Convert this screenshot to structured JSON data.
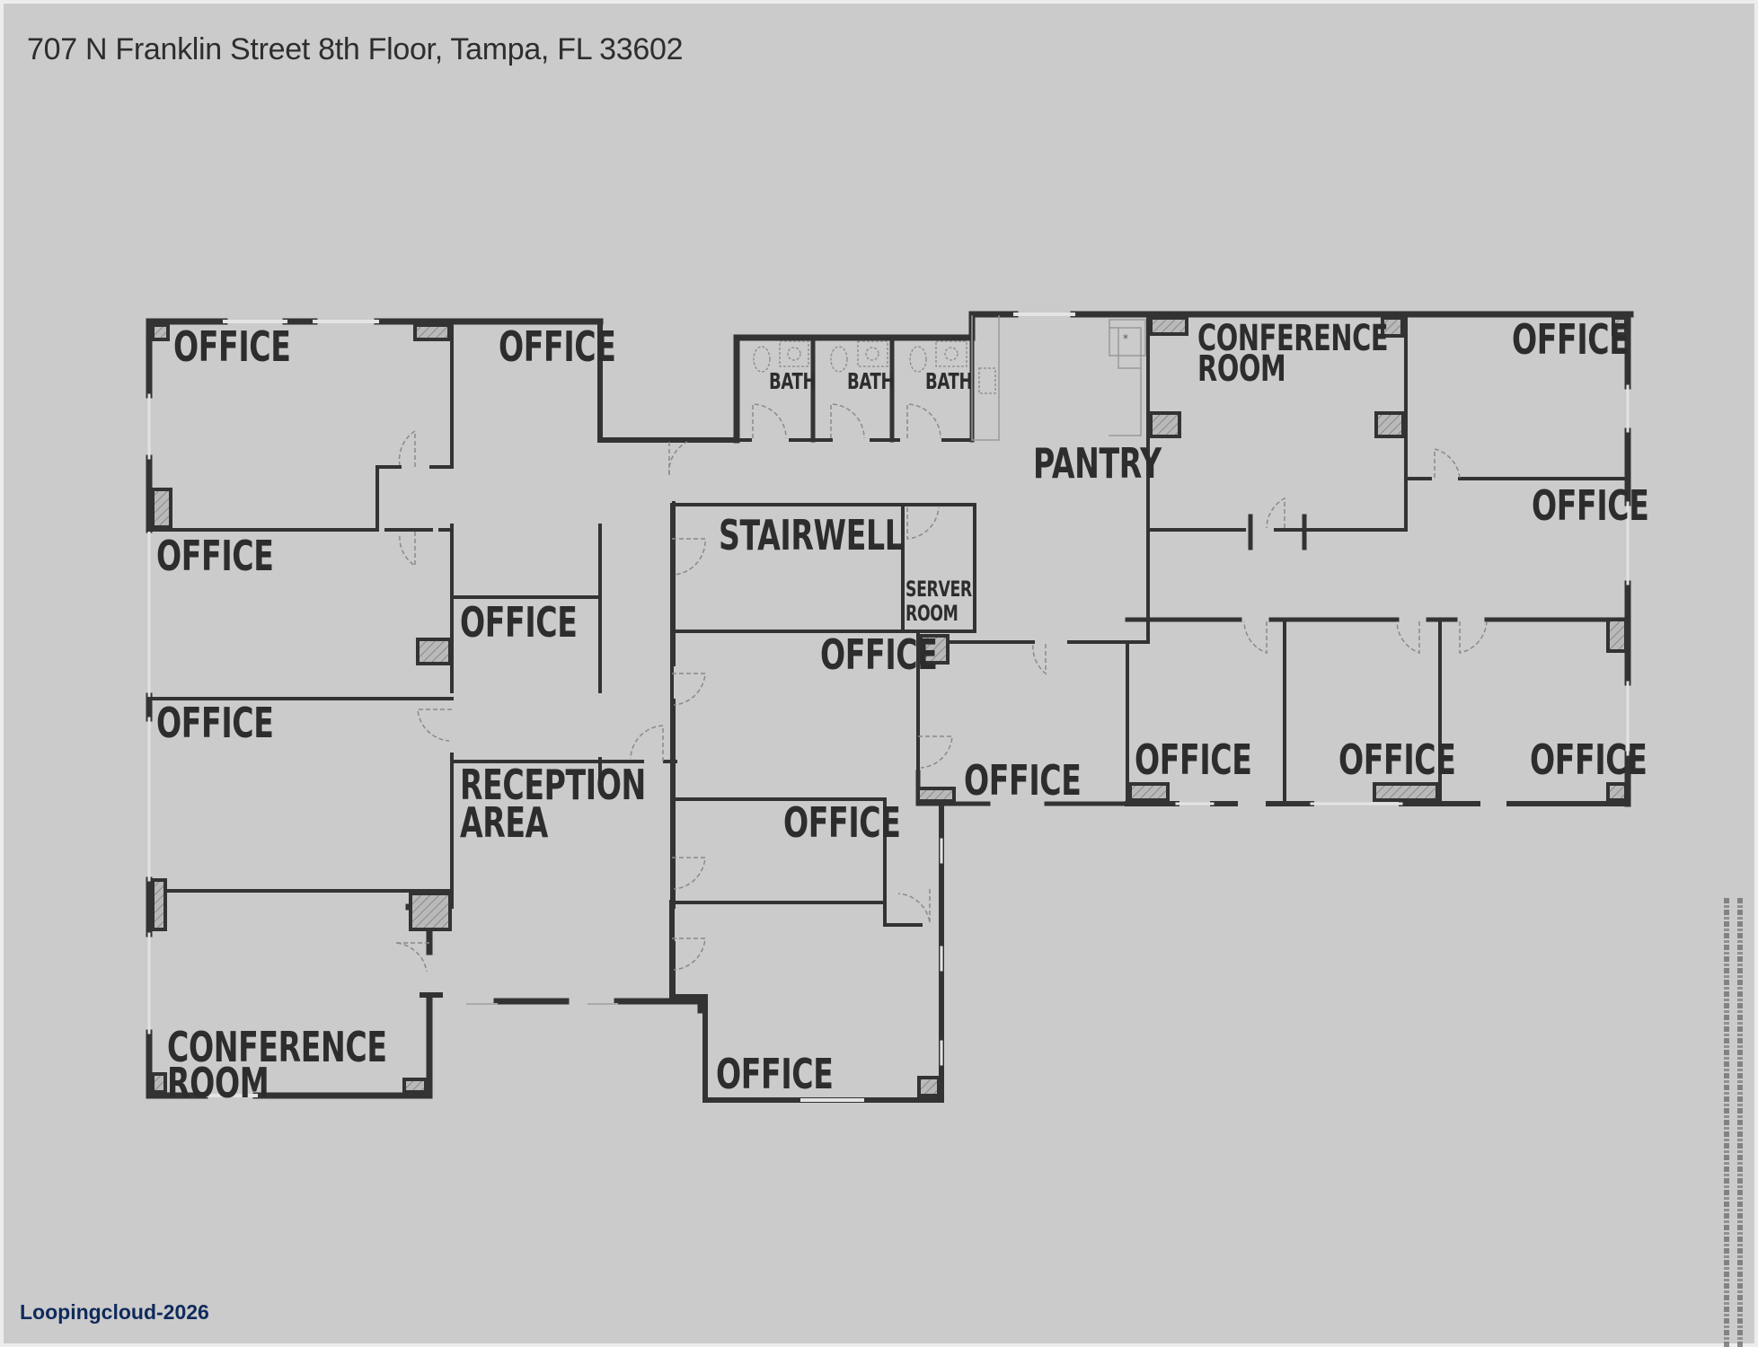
{
  "header": {
    "address": "707 N Franklin Street 8th Floor, Tampa, FL 33602"
  },
  "footer": {
    "watermark": "Loopingcloud-2026"
  },
  "colors": {
    "background": "#cbcbcb",
    "wall": "#333333",
    "label": "#2d2d2d",
    "watermark": "#0f2a5c"
  },
  "rooms": {
    "office_nw_1": "OFFICE",
    "office_nw_2": "OFFICE",
    "office_w_2": "OFFICE",
    "office_corridor": "OFFICE",
    "office_w_3": "OFFICE",
    "reception_line1": "RECEPTION",
    "reception_line2": "AREA",
    "conference_sw_line1": "CONFERENCE",
    "conference_sw_line2": "ROOM",
    "bath_1": "BATH",
    "bath_2": "BATH",
    "bath_3": "BATH",
    "stairwell": "STAIRWELL",
    "server_line1": "SERVER",
    "server_line2": "ROOM",
    "pantry": "PANTRY",
    "office_center_1": "OFFICE",
    "office_center_2": "OFFICE",
    "office_center_3": "OFFICE",
    "office_center_4": "OFFICE",
    "conference_ne_line1": "CONFERENCE",
    "conference_ne_line2": "ROOM",
    "office_ne_1": "OFFICE",
    "office_ne_2": "OFFICE",
    "office_se_1": "OFFICE",
    "office_se_2": "OFFICE",
    "office_se_3": "OFFICE"
  }
}
